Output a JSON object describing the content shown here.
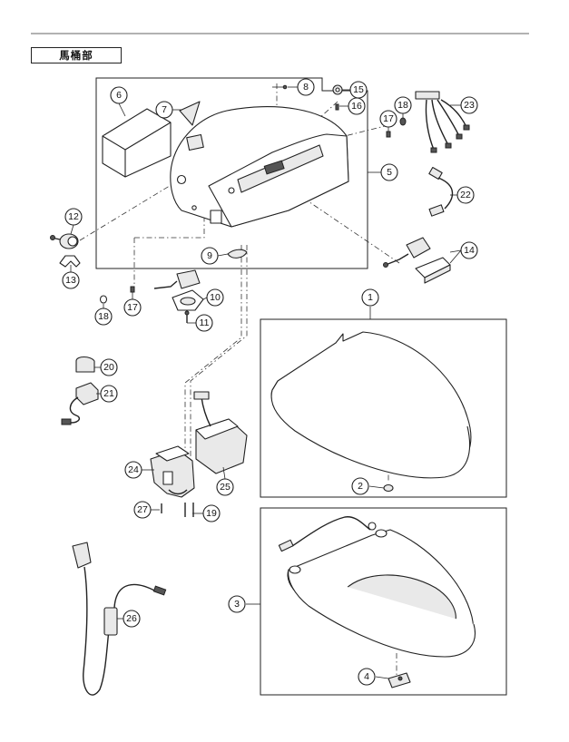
{
  "section_title": "馬桶部",
  "callouts": [
    "1",
    "2",
    "3",
    "4",
    "5",
    "6",
    "7",
    "8",
    "9",
    "10",
    "11",
    "12",
    "13",
    "14",
    "15",
    "16",
    "17",
    "17",
    "18",
    "18",
    "19",
    "20",
    "21",
    "22",
    "23",
    "24",
    "25",
    "26",
    "27"
  ]
}
